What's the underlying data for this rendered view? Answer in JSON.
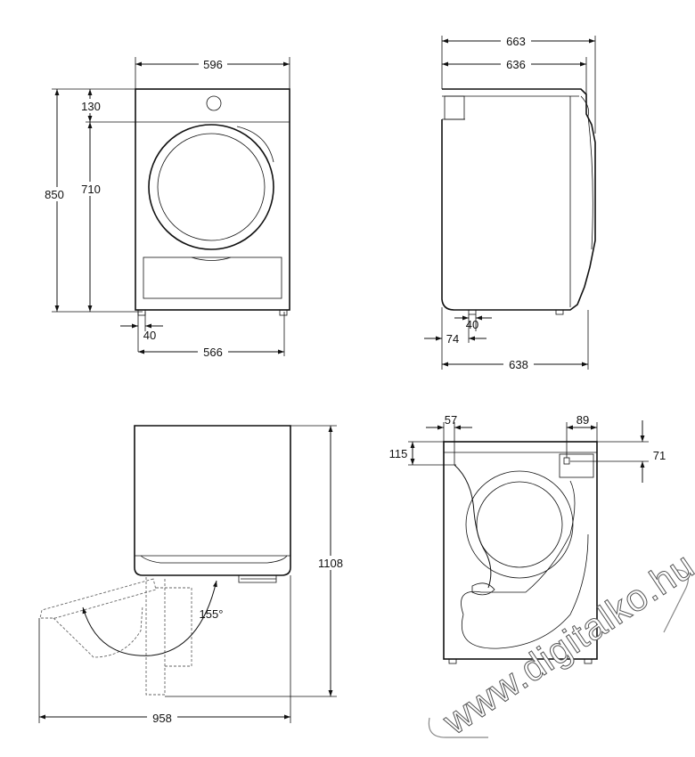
{
  "views": {
    "front": {
      "width": "596",
      "top_panel": "130",
      "height": "850",
      "door_height": "710",
      "foot_inset": "40",
      "foot_span": "566"
    },
    "side": {
      "depth_total": "663",
      "depth_body": "636",
      "foot_inset": "40",
      "foot_offset": "74",
      "foot_span": "638"
    },
    "door_open": {
      "total_depth": "1108",
      "angle": "155°",
      "total_width": "958"
    },
    "back": {
      "left_offset": "57",
      "right_offset": "89",
      "left_drop": "115",
      "right_drop": "71"
    }
  },
  "watermark": "www.digitalko.hu"
}
